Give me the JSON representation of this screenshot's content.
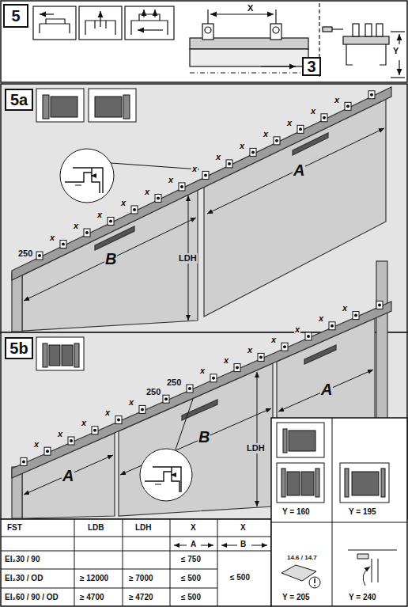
{
  "diagram": {
    "nodes": [
      {
        "text": [
          "5"
        ]
      },
      {
        "text": [
          "3"
        ]
      },
      {
        "text": [
          "5a"
        ]
      },
      {
        "text": [
          "5b"
        ]
      }
    ],
    "labels": [
      "X",
      "Y",
      "250",
      "x",
      "x",
      "x",
      "x",
      "x",
      "x",
      "x",
      "x",
      "x",
      "x",
      "x",
      "x",
      "x",
      "A",
      "B",
      "LDH",
      "x",
      "x",
      "x",
      "x",
      "x",
      "250",
      "250",
      "x",
      "x",
      "x",
      "x",
      "x",
      "x",
      "x",
      "B",
      "A",
      "A",
      "LDH",
      "FST",
      "LDB",
      "LDH",
      "X",
      "X",
      "A",
      "B",
      "EI₂30 / 90",
      "≤ 750",
      "EI₂30 / OD",
      "≥ 12000",
      "≥ 7000",
      "≤ 500",
      "≤ 500",
      "EI₂60 / 90 / OD",
      "≥ 4700",
      "≥ 4720",
      "≤ 500",
      "Y = 160",
      "Y = 195",
      "14.6 / 14.7",
      "Y = 205",
      "Y = 240"
    ]
  }
}
